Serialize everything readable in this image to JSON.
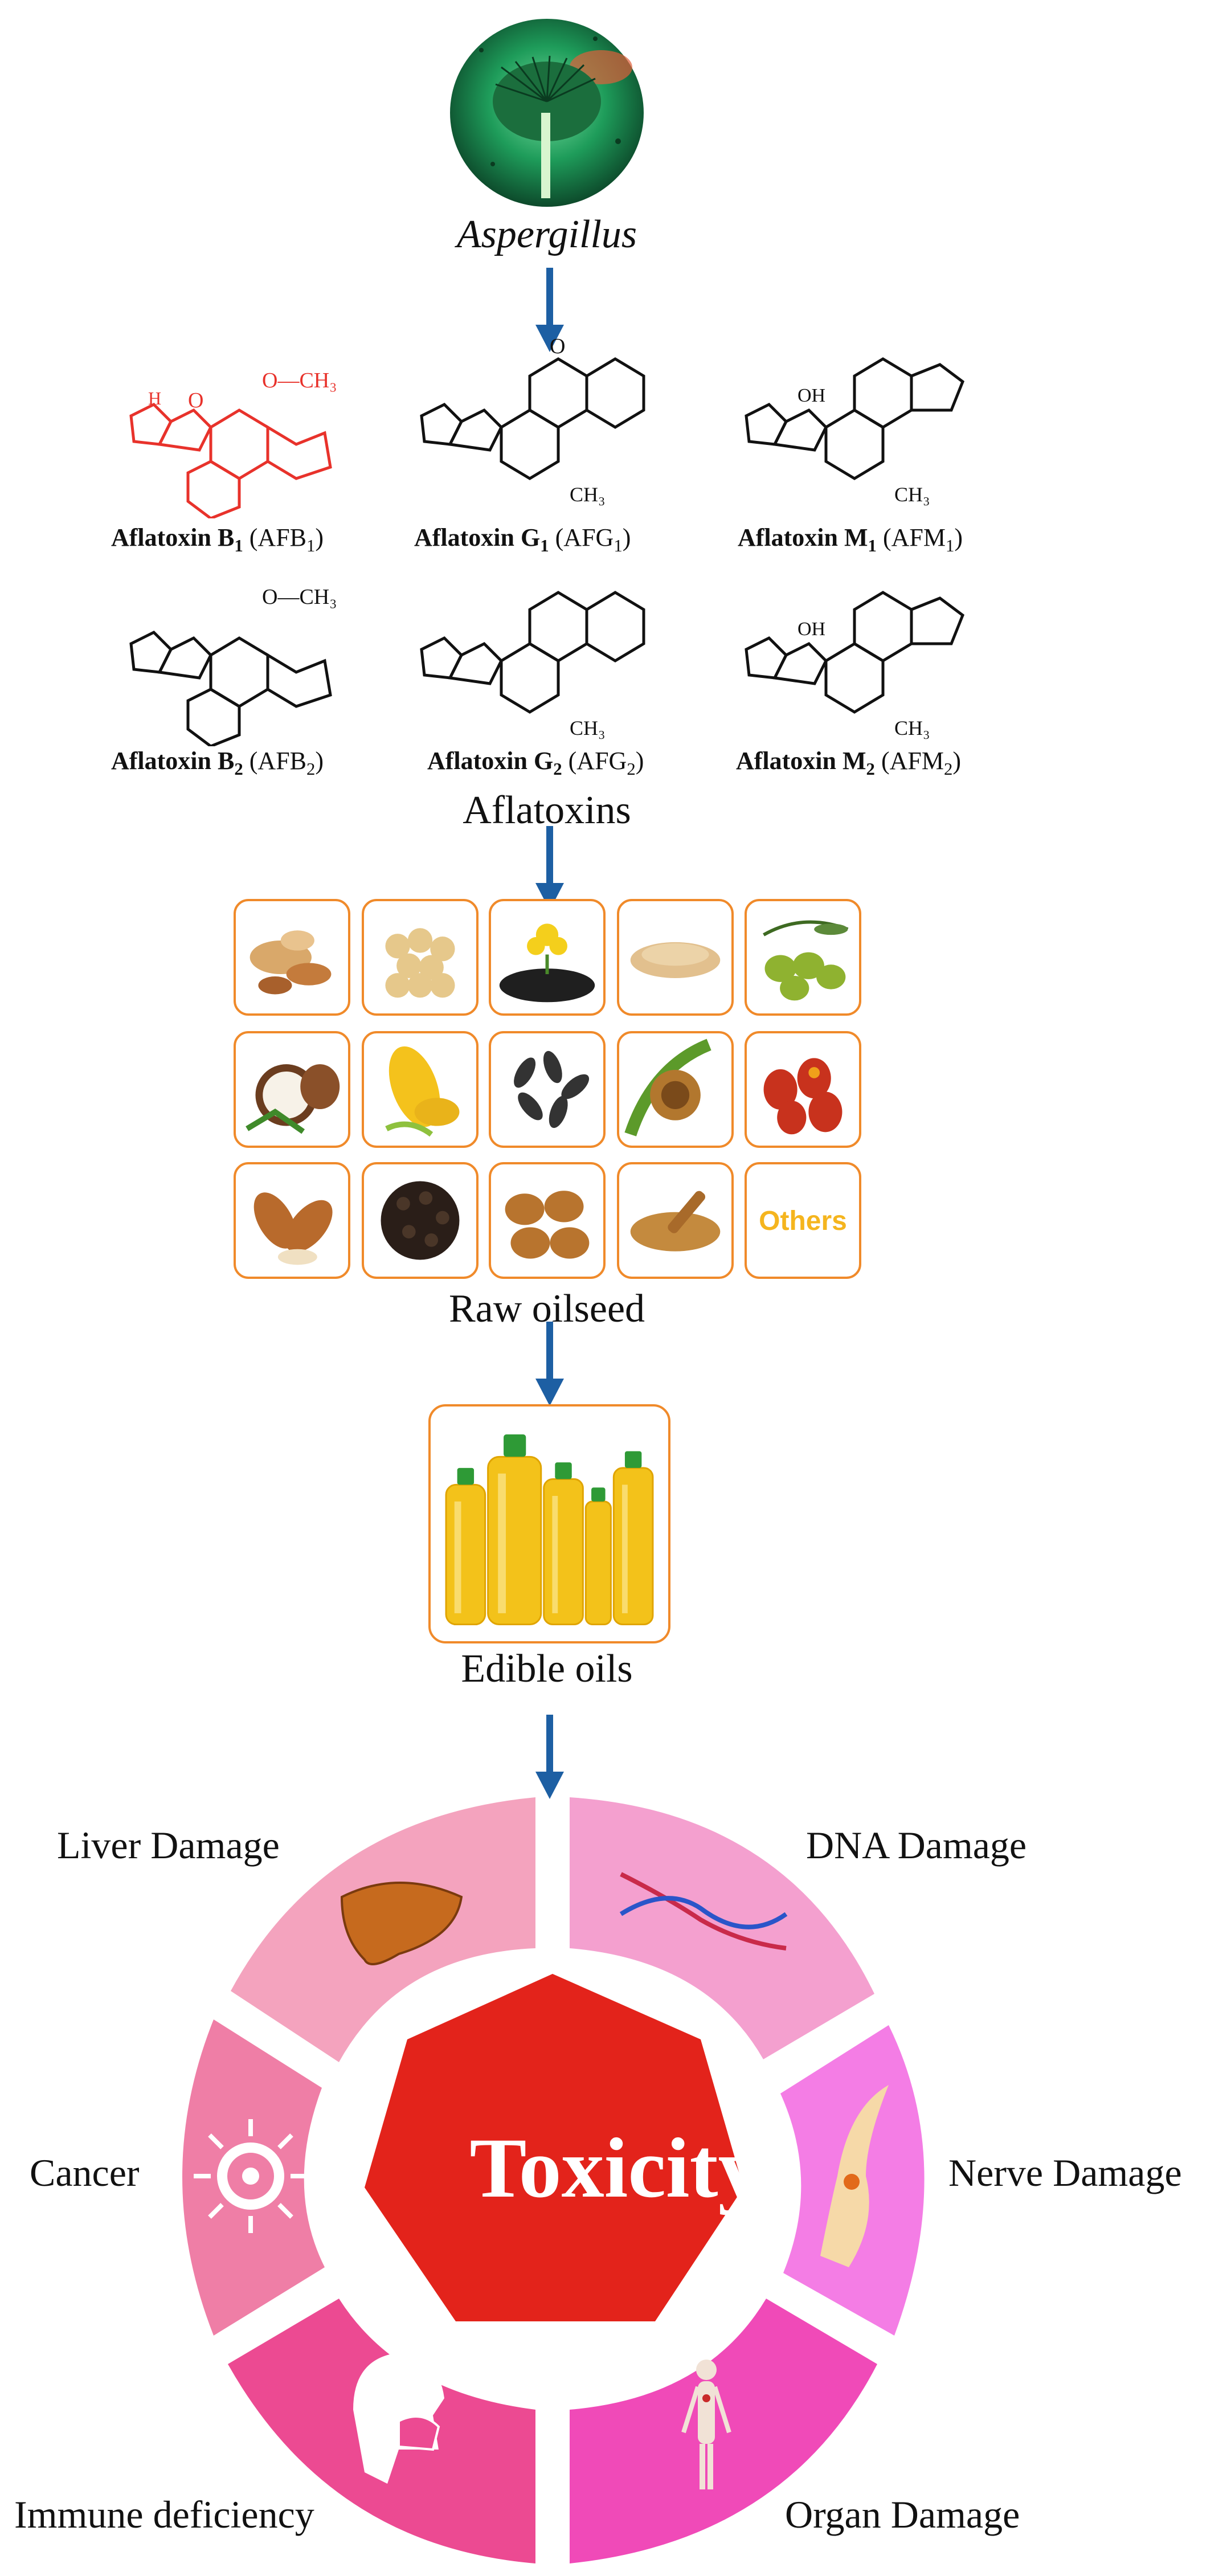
{
  "source": {
    "organism": "Aspergillus"
  },
  "toxins": {
    "title": "Aflatoxins",
    "items": [
      {
        "name": "Aflatoxin B",
        "sub": "1",
        "abbr": "AFB",
        "abbr_sub": "1"
      },
      {
        "name": "Aflatoxin G",
        "sub": "1",
        "abbr": "AFG",
        "abbr_sub": "1"
      },
      {
        "name": "Aflatoxin M",
        "sub": "1",
        "abbr": "AFM",
        "abbr_sub": "1"
      },
      {
        "name": "Aflatoxin B",
        "sub": "2",
        "abbr": "AFB",
        "abbr_sub": "2"
      },
      {
        "name": "Aflatoxin G",
        "sub": "2",
        "abbr": "AFG",
        "abbr_sub": "2"
      },
      {
        "name": "Aflatoxin M",
        "sub": "2",
        "abbr": "AFM",
        "abbr_sub": "2"
      }
    ],
    "atoms": {
      "methoxy": "O—CH₃",
      "ch3": "CH₃",
      "o": "O",
      "h": "H",
      "oh": "OH"
    },
    "highlight_color": "#e8322b"
  },
  "oilseeds": {
    "title": "Raw oilseed",
    "others_label": "Others"
  },
  "oils": {
    "title": "Edible oils"
  },
  "effects": {
    "center": "Toxicity",
    "items": [
      {
        "label": "Liver Damage",
        "icon": "liver-icon"
      },
      {
        "label": "DNA Damage",
        "icon": "dna-icon"
      },
      {
        "label": "Cancer",
        "icon": "virus-icon"
      },
      {
        "label": "Nerve Damage",
        "icon": "neuron-icon"
      },
      {
        "label": "Immune deficiency",
        "icon": "mask-icon"
      },
      {
        "label": "Organ Damage",
        "icon": "body-icon"
      }
    ],
    "colors": {
      "center": "#e3231b",
      "liver": "#f4a3be",
      "dna": "#f4a0cf",
      "cancer": "#ef7ea6",
      "nerve": "#f47de5",
      "immune": "#ec4a92",
      "organ": "#f04ab8"
    }
  },
  "arrow_color": "#1d5fa3"
}
